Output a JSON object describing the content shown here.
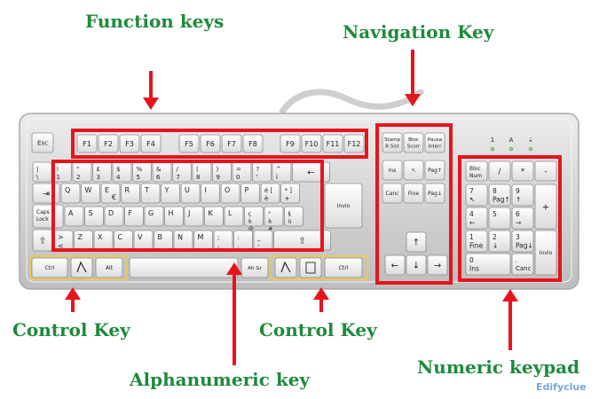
{
  "labels": {
    "function_keys": "Function keys",
    "navigation_key": "Navigation Key",
    "control_key_left": "Control Key",
    "control_key_right": "Control Key",
    "alphanumeric_key": "Alphanumeric key",
    "numeric_keypad": "Numeric keypad"
  },
  "watermark": "Edifyclue",
  "colors": {
    "label_green": "#1e8a3c",
    "highlight_red": "#e8141c",
    "control_outline": "#e8c95a",
    "keyboard_body": "#d9d9d9",
    "key_face": "#f4f4f4"
  },
  "keys": {
    "esc": "Esc",
    "function_row": [
      "F1",
      "F2",
      "F3",
      "F4",
      "F5",
      "F6",
      "F7",
      "F8",
      "F9",
      "F10",
      "F11",
      "F12"
    ],
    "system": [
      [
        "Stamp",
        "R Sist"
      ],
      [
        "Bloc",
        "Scorr"
      ],
      [
        "Pausa",
        "Interr"
      ]
    ],
    "nav_top": [
      "Ins",
      "↖",
      "Pag↑"
    ],
    "nav_bottom": [
      "Canc",
      "Fine",
      "Pag↓"
    ],
    "arrows": [
      "↑",
      "←",
      "↓",
      "→"
    ],
    "indicators": [
      "1",
      "A",
      "⇣"
    ],
    "row1_sym": [
      "|",
      "!",
      "\"",
      "£",
      "$",
      "%",
      "&",
      "/",
      "(",
      ")",
      "=",
      "?",
      "^"
    ],
    "row1_num": [
      "\\",
      "1",
      "2",
      "3",
      "4",
      "5",
      "6",
      "7",
      "8",
      "9",
      "0",
      "'",
      "ì"
    ],
    "backspace": "←",
    "tab": "⇥",
    "row2": [
      "Q",
      "W",
      "E",
      "R",
      "T",
      "Y",
      "U",
      "I",
      "O",
      "P"
    ],
    "row2_extra": [
      [
        "é",
        "è",
        "["
      ],
      [
        "*",
        "+",
        "]"
      ]
    ],
    "euro": "€",
    "enter": "Invio",
    "caps": [
      "Caps",
      "Lock"
    ],
    "row3": [
      "A",
      "S",
      "D",
      "F",
      "G",
      "H",
      "J",
      "K",
      "L"
    ],
    "row3_extra": [
      [
        "ç",
        "ò",
        "@"
      ],
      [
        "°",
        "à",
        "#"
      ],
      [
        "§",
        "ù"
      ]
    ],
    "shift": "⇧",
    "row4": [
      ">",
      "Z",
      "X",
      "C",
      "V",
      "B",
      "N",
      "M"
    ],
    "row4_sub": [
      "<"
    ],
    "row4_punct": [
      [
        ";",
        ","
      ],
      [
        ":",
        "."
      ],
      [
        "_",
        "-"
      ]
    ],
    "ctrl": "Ctrl",
    "alt": "Alt",
    "altgr": "Alt Gr",
    "numpad": {
      "row1": [
        [
          "Bloc",
          "Num"
        ],
        [
          "/"
        ],
        [
          "*"
        ],
        [
          "-"
        ]
      ],
      "row2": [
        [
          "7",
          "↖"
        ],
        [
          "8",
          "Pag↑"
        ],
        [
          "9",
          "↑"
        ]
      ],
      "row3": [
        [
          "4",
          "←"
        ],
        [
          "5",
          ""
        ],
        [
          "6",
          "→"
        ]
      ],
      "row4": [
        [
          "1",
          "Fine"
        ],
        [
          "2",
          "↓"
        ],
        [
          "3",
          "Pag↓"
        ]
      ],
      "zero": [
        "0",
        "Ins"
      ],
      "dot": [
        ".",
        "Canc"
      ],
      "plus": "+",
      "enter": "Invio"
    }
  }
}
